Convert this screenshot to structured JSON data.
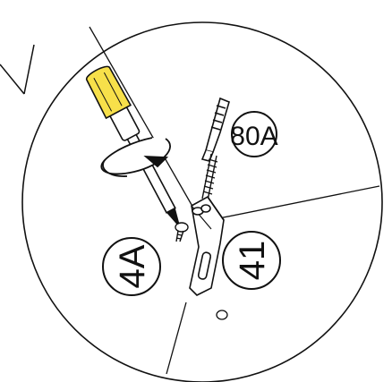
{
  "labels": {
    "screw_anchor_part": "80A",
    "bracket_part": "4A",
    "wall_part": "41"
  },
  "icons": {
    "screwdriver": "screwdriver-icon",
    "rotation": "rotation-arrow-icon",
    "anchor": "wall-anchor-icon",
    "screw": "small-screw-icon",
    "bracket": "l-bracket-icon"
  },
  "colors": {
    "screwdriver_handle": "#f7e04a",
    "line": "#111111",
    "background": "#ffffff"
  }
}
